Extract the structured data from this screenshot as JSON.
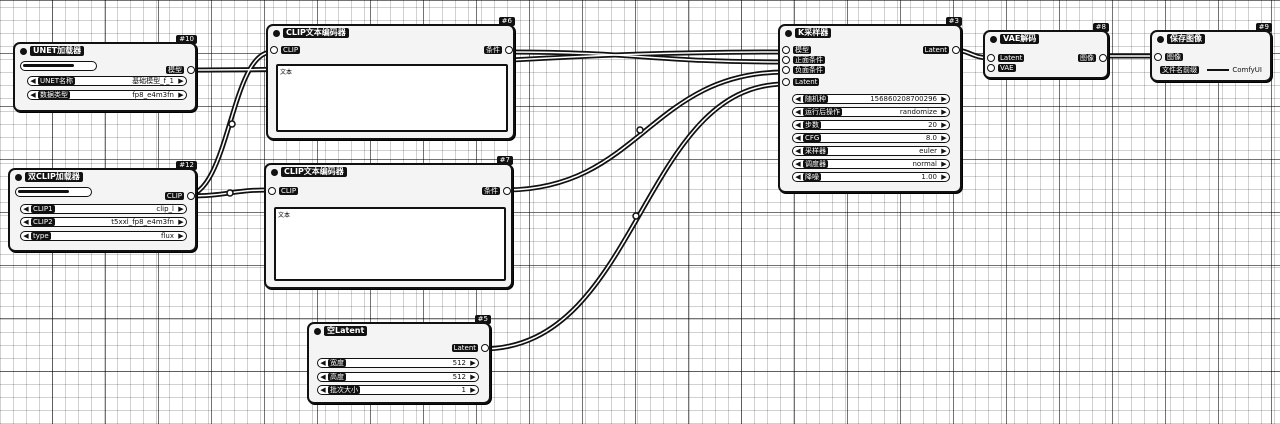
{
  "nodes": {
    "unet": {
      "id": "#10",
      "title": "UNET加载器",
      "output": "模型",
      "widgets": [
        {
          "label": "UNET名称",
          "value": "基础模型_f_1"
        },
        {
          "label": "数据类型",
          "value": "fp8_e4m3fn"
        }
      ]
    },
    "dualclip": {
      "id": "#12",
      "title": "双CLIP加载器",
      "output": "CLIP",
      "widgets": [
        {
          "label": "CLIP1",
          "value": "clip_l"
        },
        {
          "label": "CLIP2",
          "value": "t5xxl_fp8_e4m3fn"
        },
        {
          "label": "type",
          "value": "flux"
        }
      ]
    },
    "clip_pos": {
      "id": "#6",
      "title": "CLIP文本编码器",
      "input": "CLIP",
      "output": "条件",
      "text_label": "文本"
    },
    "clip_neg": {
      "id": "#7",
      "title": "CLIP文本编码器",
      "input": "CLIP",
      "output": "条件",
      "text_label": "文本"
    },
    "latent": {
      "id": "#5",
      "title": "空Latent",
      "output": "Latent",
      "widgets": [
        {
          "label": "宽度",
          "value": "512"
        },
        {
          "label": "高度",
          "value": "512"
        },
        {
          "label": "批次大小",
          "value": "1"
        }
      ]
    },
    "ksampler": {
      "id": "#3",
      "title": "K采样器",
      "inputs": [
        "模型",
        "正面条件",
        "负面条件",
        "Latent"
      ],
      "output": "Latent",
      "widgets": [
        {
          "label": "随机种",
          "value": "156860208700296"
        },
        {
          "label": "运行后操作",
          "value": "randomize"
        },
        {
          "label": "步数",
          "value": "20"
        },
        {
          "label": "CFG",
          "value": "8.0"
        },
        {
          "label": "采样器",
          "value": "euler"
        },
        {
          "label": "调度器",
          "value": "normal"
        },
        {
          "label": "降噪",
          "value": "1.00"
        }
      ]
    },
    "vae": {
      "id": "#8",
      "title": "VAE解码",
      "inputs": [
        "Latent",
        "VAE"
      ],
      "output": "图像"
    },
    "save": {
      "id": "#9",
      "title": "保存图像",
      "input": "图像",
      "widgets": [
        {
          "label": "文件名前缀",
          "value": "ComfyUI"
        }
      ]
    }
  }
}
